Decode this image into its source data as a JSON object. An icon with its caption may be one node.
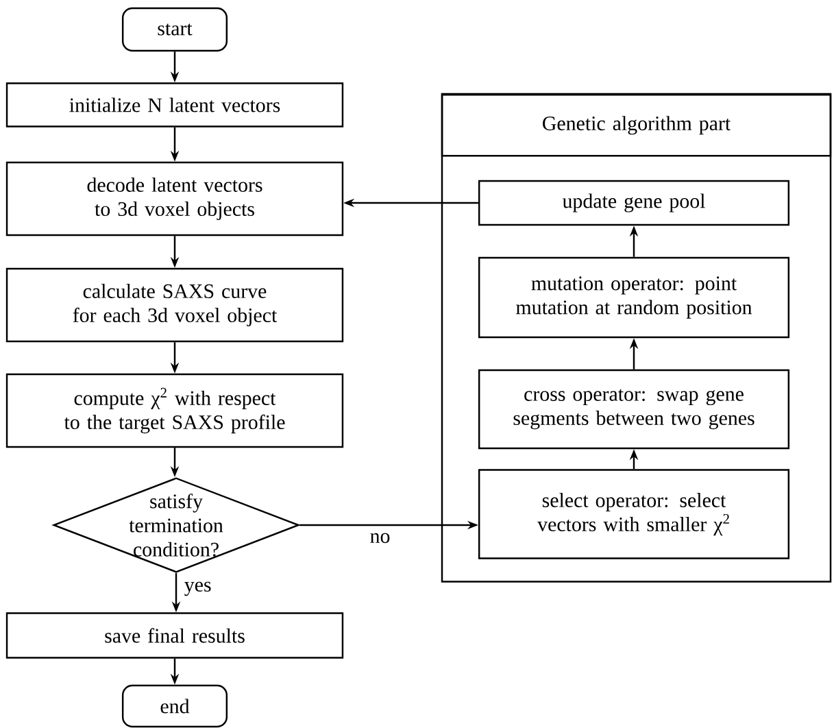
{
  "diagram": {
    "nodes": [
      {
        "text": [
          "start"
        ]
      },
      {
        "text": [
          "initialize N latent vectors"
        ]
      },
      {
        "text": [
          "decode latent vectors to 3d voxel objects"
        ]
      },
      {
        "text": [
          "calculate SAXS curve for each 3d voxel object"
        ]
      },
      {
        "text": [
          "compute χ$^{2}$ with respect to the target SAXS profile"
        ]
      },
      {
        "text": [
          "satisfy termination condition?"
        ]
      },
      {
        "text": [
          "save final results"
        ]
      },
      {
        "text": [
          "end"
        ]
      },
      {
        "text": [
          "Genetic algorithm part"
        ]
      },
      {
        "text": [
          "update gene pool"
        ],
        "in": 8
      },
      {
        "text": [
          "mutation operator: point mutation at random position"
        ],
        "in": 8
      },
      {
        "text": [
          "cross operator: swap gene segments between two genes"
        ],
        "in": 8
      },
      {
        "text": [
          "select operator: select vectors with smaller χ$^{2}$"
        ],
        "in": 8
      }
    ],
    "edges": [
      {
        "from": 0,
        "to": 1,
        "arrow": "to"
      },
      {
        "from": 1,
        "to": 2,
        "arrow": "to"
      },
      {
        "from": 2,
        "to": 3,
        "arrow": "to"
      },
      {
        "from": 3,
        "to": 4,
        "arrow": "to"
      },
      {
        "from": 4,
        "to": 5,
        "arrow": "to"
      },
      {
        "from": 5,
        "to": 6,
        "arrow": "to",
        "label": "yes"
      },
      {
        "from": 6,
        "to": 7,
        "arrow": "to"
      },
      {
        "from": 5,
        "to": 12,
        "arrow": "to",
        "label": "no"
      },
      {
        "from": 12,
        "to": 11,
        "arrow": "to"
      },
      {
        "from": 11,
        "to": 10,
        "arrow": "to"
      },
      {
        "from": 10,
        "to": 9,
        "arrow": "to"
      },
      {
        "from": 9,
        "to": 2,
        "arrow": "to"
      }
    ]
  }
}
